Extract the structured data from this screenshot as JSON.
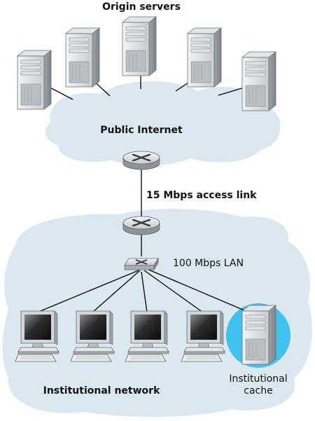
{
  "labels": {
    "origin_servers": "Origin servers",
    "public_internet": "Public Internet",
    "access_link": "15 Mbps access link",
    "lan": "100 Mbps LAN",
    "institutional_network": "Institutional network",
    "cache_line1": "Institutional",
    "cache_line2": "cache"
  },
  "colors": {
    "cloud_fill": "#dbe8f0",
    "cache_highlight": "#3fc3ee",
    "device_gray": "#c9cdd0",
    "link": "#000000"
  },
  "icons": {
    "origin_server": "server-tower-icon",
    "router": "router-icon",
    "switch": "switch-icon",
    "host": "desktop-computer-icon",
    "cache": "cache-server-icon"
  },
  "counts": {
    "origin_servers": 5,
    "hosts": 4
  }
}
